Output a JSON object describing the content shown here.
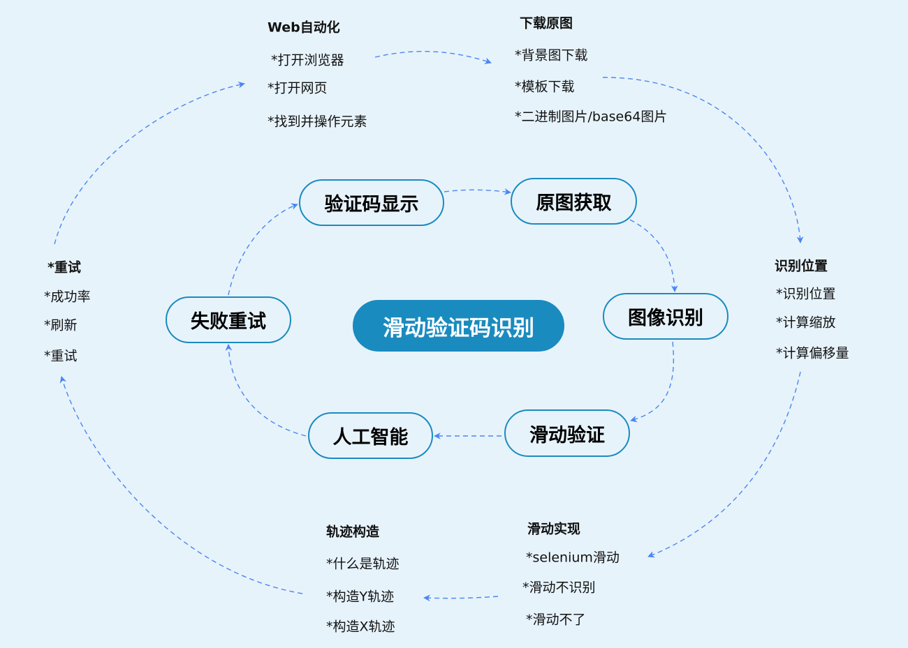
{
  "colors": {
    "background": "#e7f3fb",
    "node_border": "#1a8bbf",
    "center_fill": "#1a8bbf",
    "arrow": "#4a86f0"
  },
  "center": "滑动验证码识别",
  "nodes": {
    "display": "验证码显示",
    "fetch": "原图获取",
    "recognize": "图像识别",
    "slide": "滑动验证",
    "ai": "人工智能",
    "retry": "失败重试"
  },
  "groups": {
    "web": {
      "title": "Web自动化",
      "items": [
        "*打开浏览器",
        "*打开网页",
        "*找到并操作元素"
      ]
    },
    "download": {
      "title": "下载原图",
      "items": [
        "*背景图下载",
        "*模板下载",
        "*二进制图片/base64图片"
      ]
    },
    "locate": {
      "title": "识别位置",
      "items": [
        "*识别位置",
        "*计算缩放",
        "*计算偏移量"
      ]
    },
    "slide": {
      "title": "滑动实现",
      "items": [
        "*selenium滑动",
        "*滑动不识别",
        "*滑动不了"
      ]
    },
    "track": {
      "title": "轨迹构造",
      "items": [
        "*什么是轨迹",
        "*构造Y轨迹",
        "*构造X轨迹"
      ]
    },
    "retry": {
      "title": "*重试",
      "items": [
        "*成功率",
        "*刷新",
        "*重试"
      ]
    }
  }
}
